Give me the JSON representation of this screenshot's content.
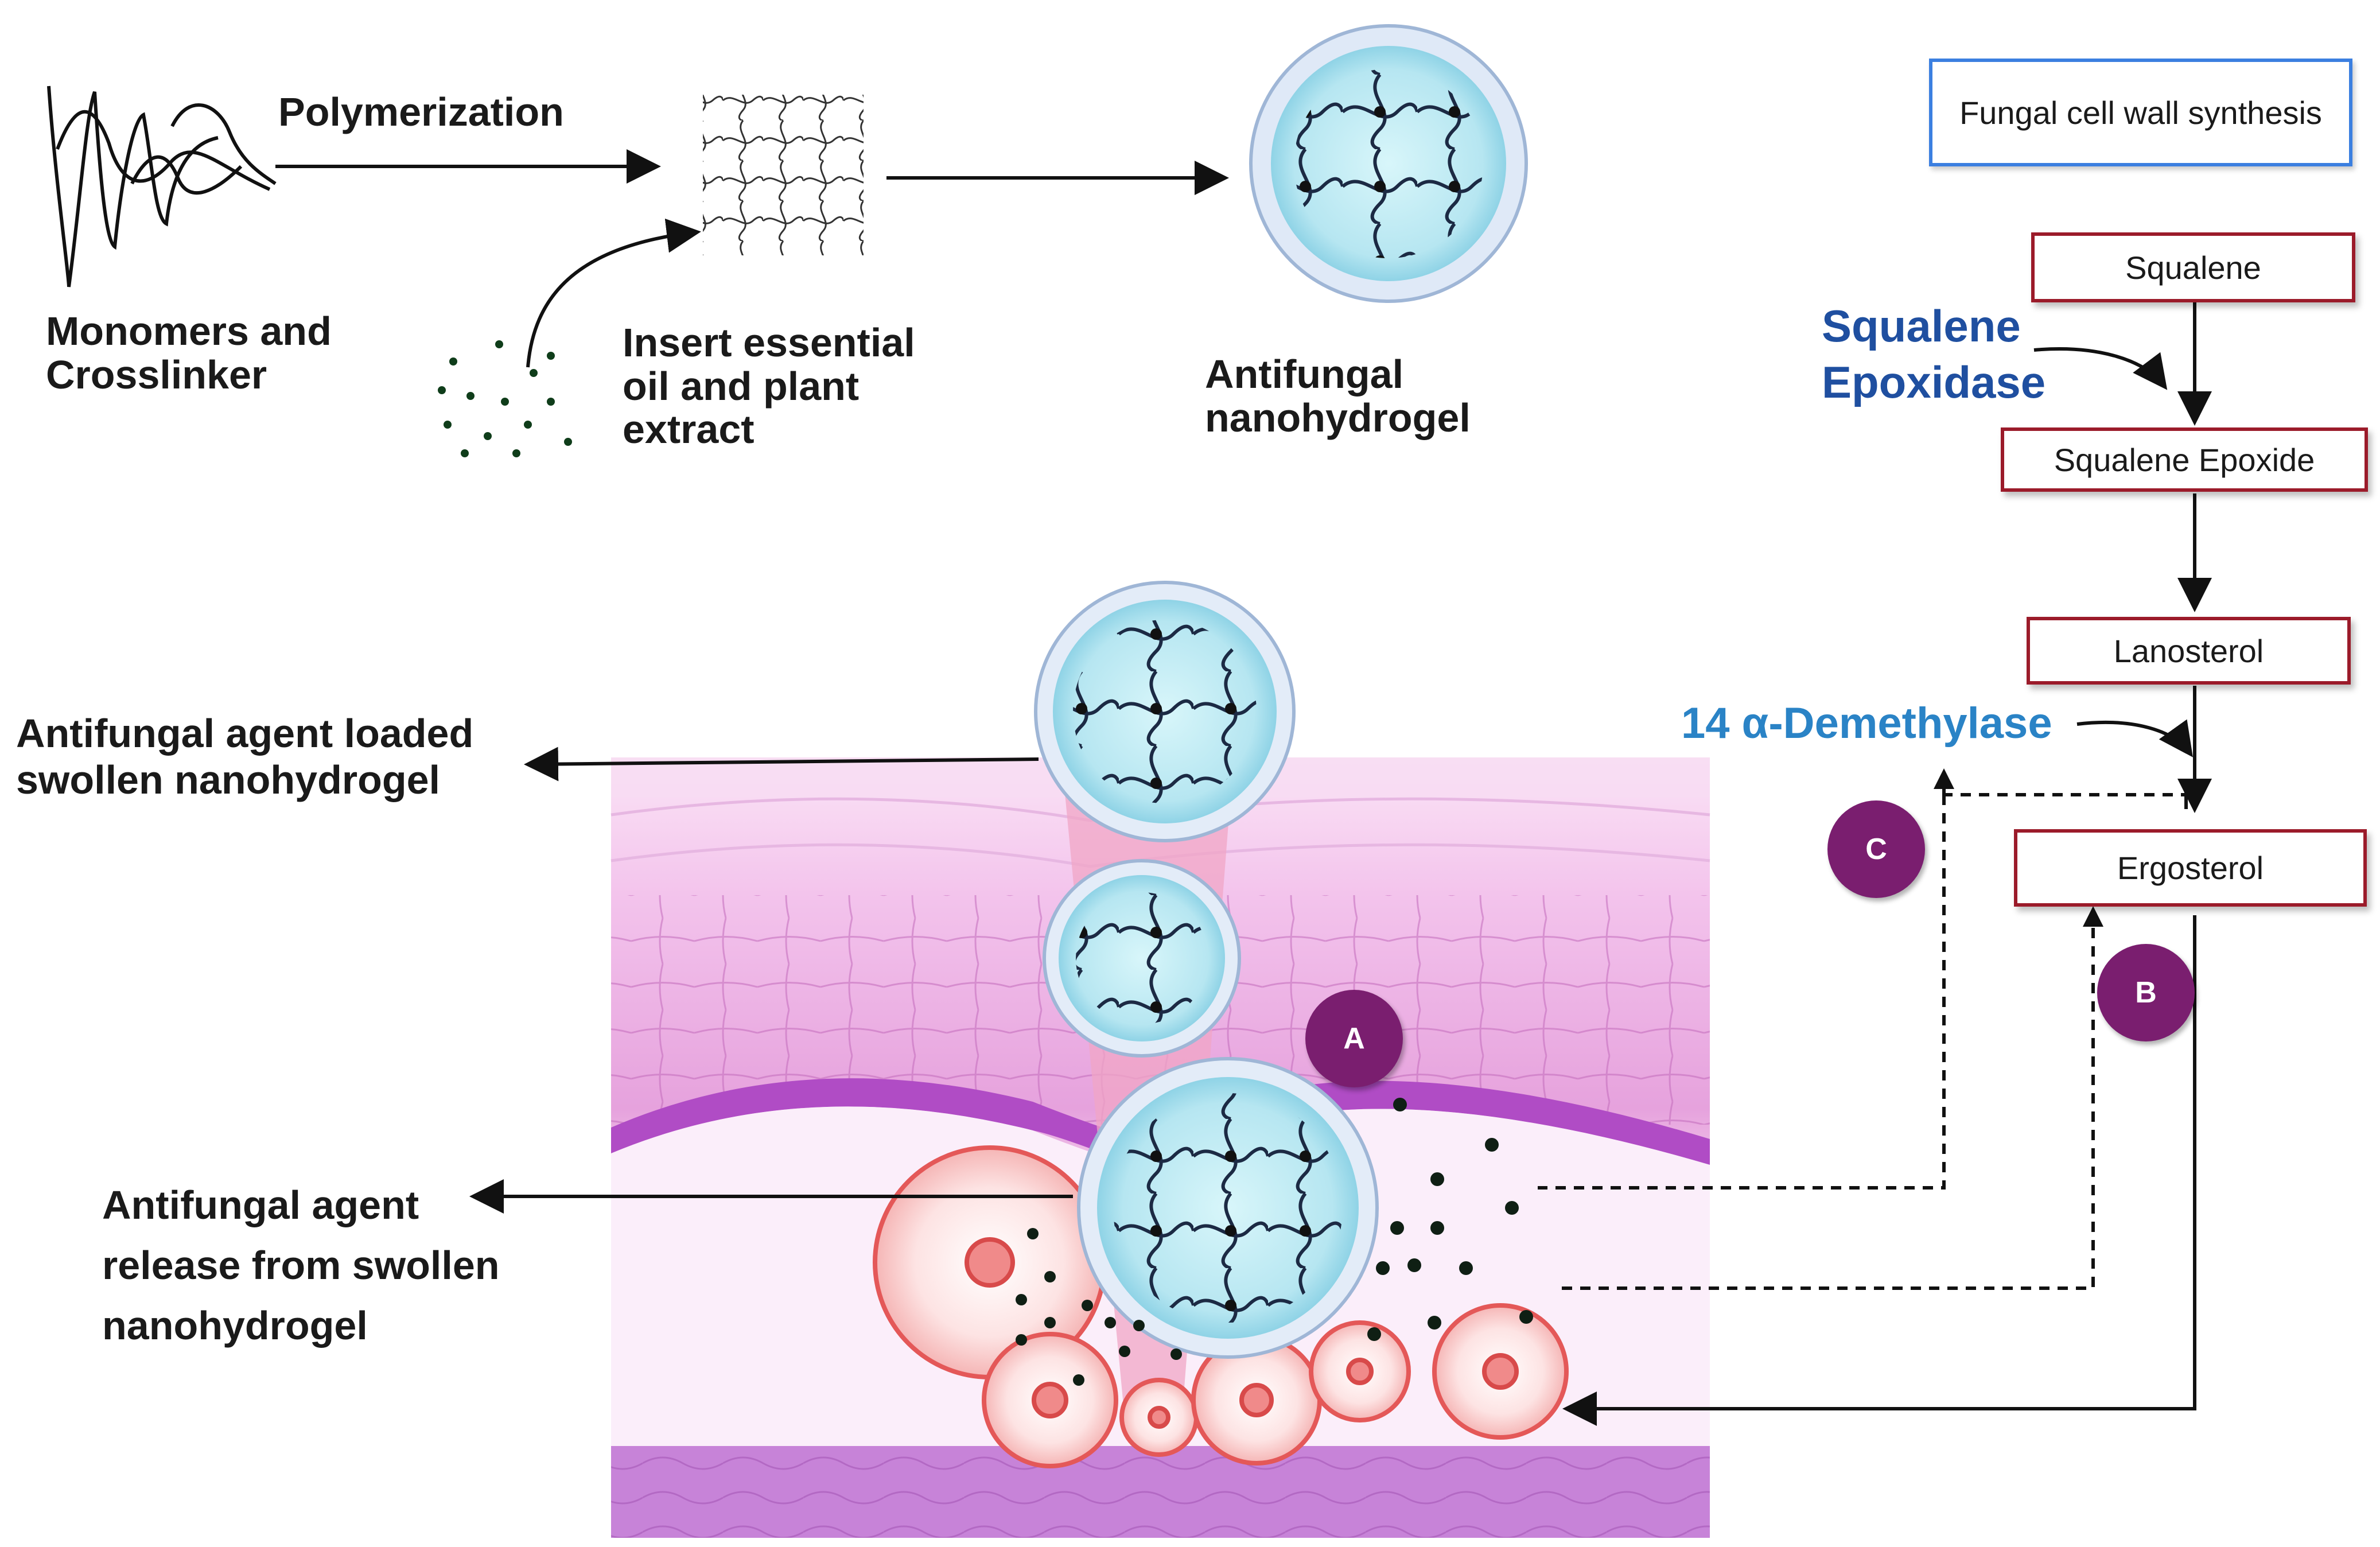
{
  "synthesis": {
    "polymerization": "Polymerization",
    "monomers": "Monomers and Crosslinker",
    "insert": "Insert essential oil and plant extract",
    "product": "Antifungal nanohydrogel"
  },
  "skin_labels": {
    "loaded": "Antifungal agent loaded swollen nanohydrogel",
    "release": "Antifungal agent release from swollen nanohydrogel"
  },
  "pathway": {
    "title": "Fungal cell wall synthesis",
    "squalene": "Squalene",
    "squalene_epoxidase": "Squalene Epoxidase",
    "squalene_epoxide": "Squalene Epoxide",
    "lanosterol": "Lanosterol",
    "demethylase": "14 α-Demethylase",
    "ergosterol": "Ergosterol"
  },
  "badges": {
    "a": "A",
    "b": "B",
    "c": "C"
  },
  "colors": {
    "box_border": "#9b1b2a",
    "title_border": "#3b7fe0",
    "epoxidase_text": "#1f4fa0",
    "demethylase_text": "#2a83c6",
    "badge_fill": "#7a1e6f",
    "hydrogel_fill": "#bfeaf2",
    "skin_pink": "#f0b8e6",
    "skin_purple": "#d98ad6",
    "cell_red": "#e86060"
  }
}
